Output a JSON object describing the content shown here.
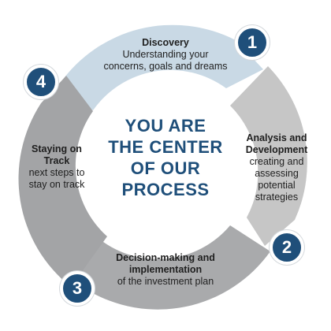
{
  "center_title": [
    "YOU ARE",
    "THE CENTER",
    "OF OUR",
    "PROCESS"
  ],
  "steps": [
    {
      "number": "1",
      "title": "Discovery",
      "desc": [
        "Understanding your",
        "concerns, goals and dreams"
      ]
    },
    {
      "number": "2",
      "title": [
        "Analysis and",
        "Development"
      ],
      "desc": [
        "creating and",
        "assessing",
        "potential",
        "strategies"
      ]
    },
    {
      "number": "3",
      "title": [
        "Decision-making and",
        "implementation"
      ],
      "desc": [
        "of the investment plan"
      ]
    },
    {
      "number": "4",
      "title": [
        "Staying on",
        "Track"
      ],
      "desc": [
        "next steps to",
        "stay on track"
      ]
    }
  ],
  "colors": {
    "discovery": "#c9d9e5",
    "analysis": "#c6c6c6",
    "decision": "#a9aaac",
    "staying": "#a3a4a6",
    "accent": "#1f4f7a"
  }
}
